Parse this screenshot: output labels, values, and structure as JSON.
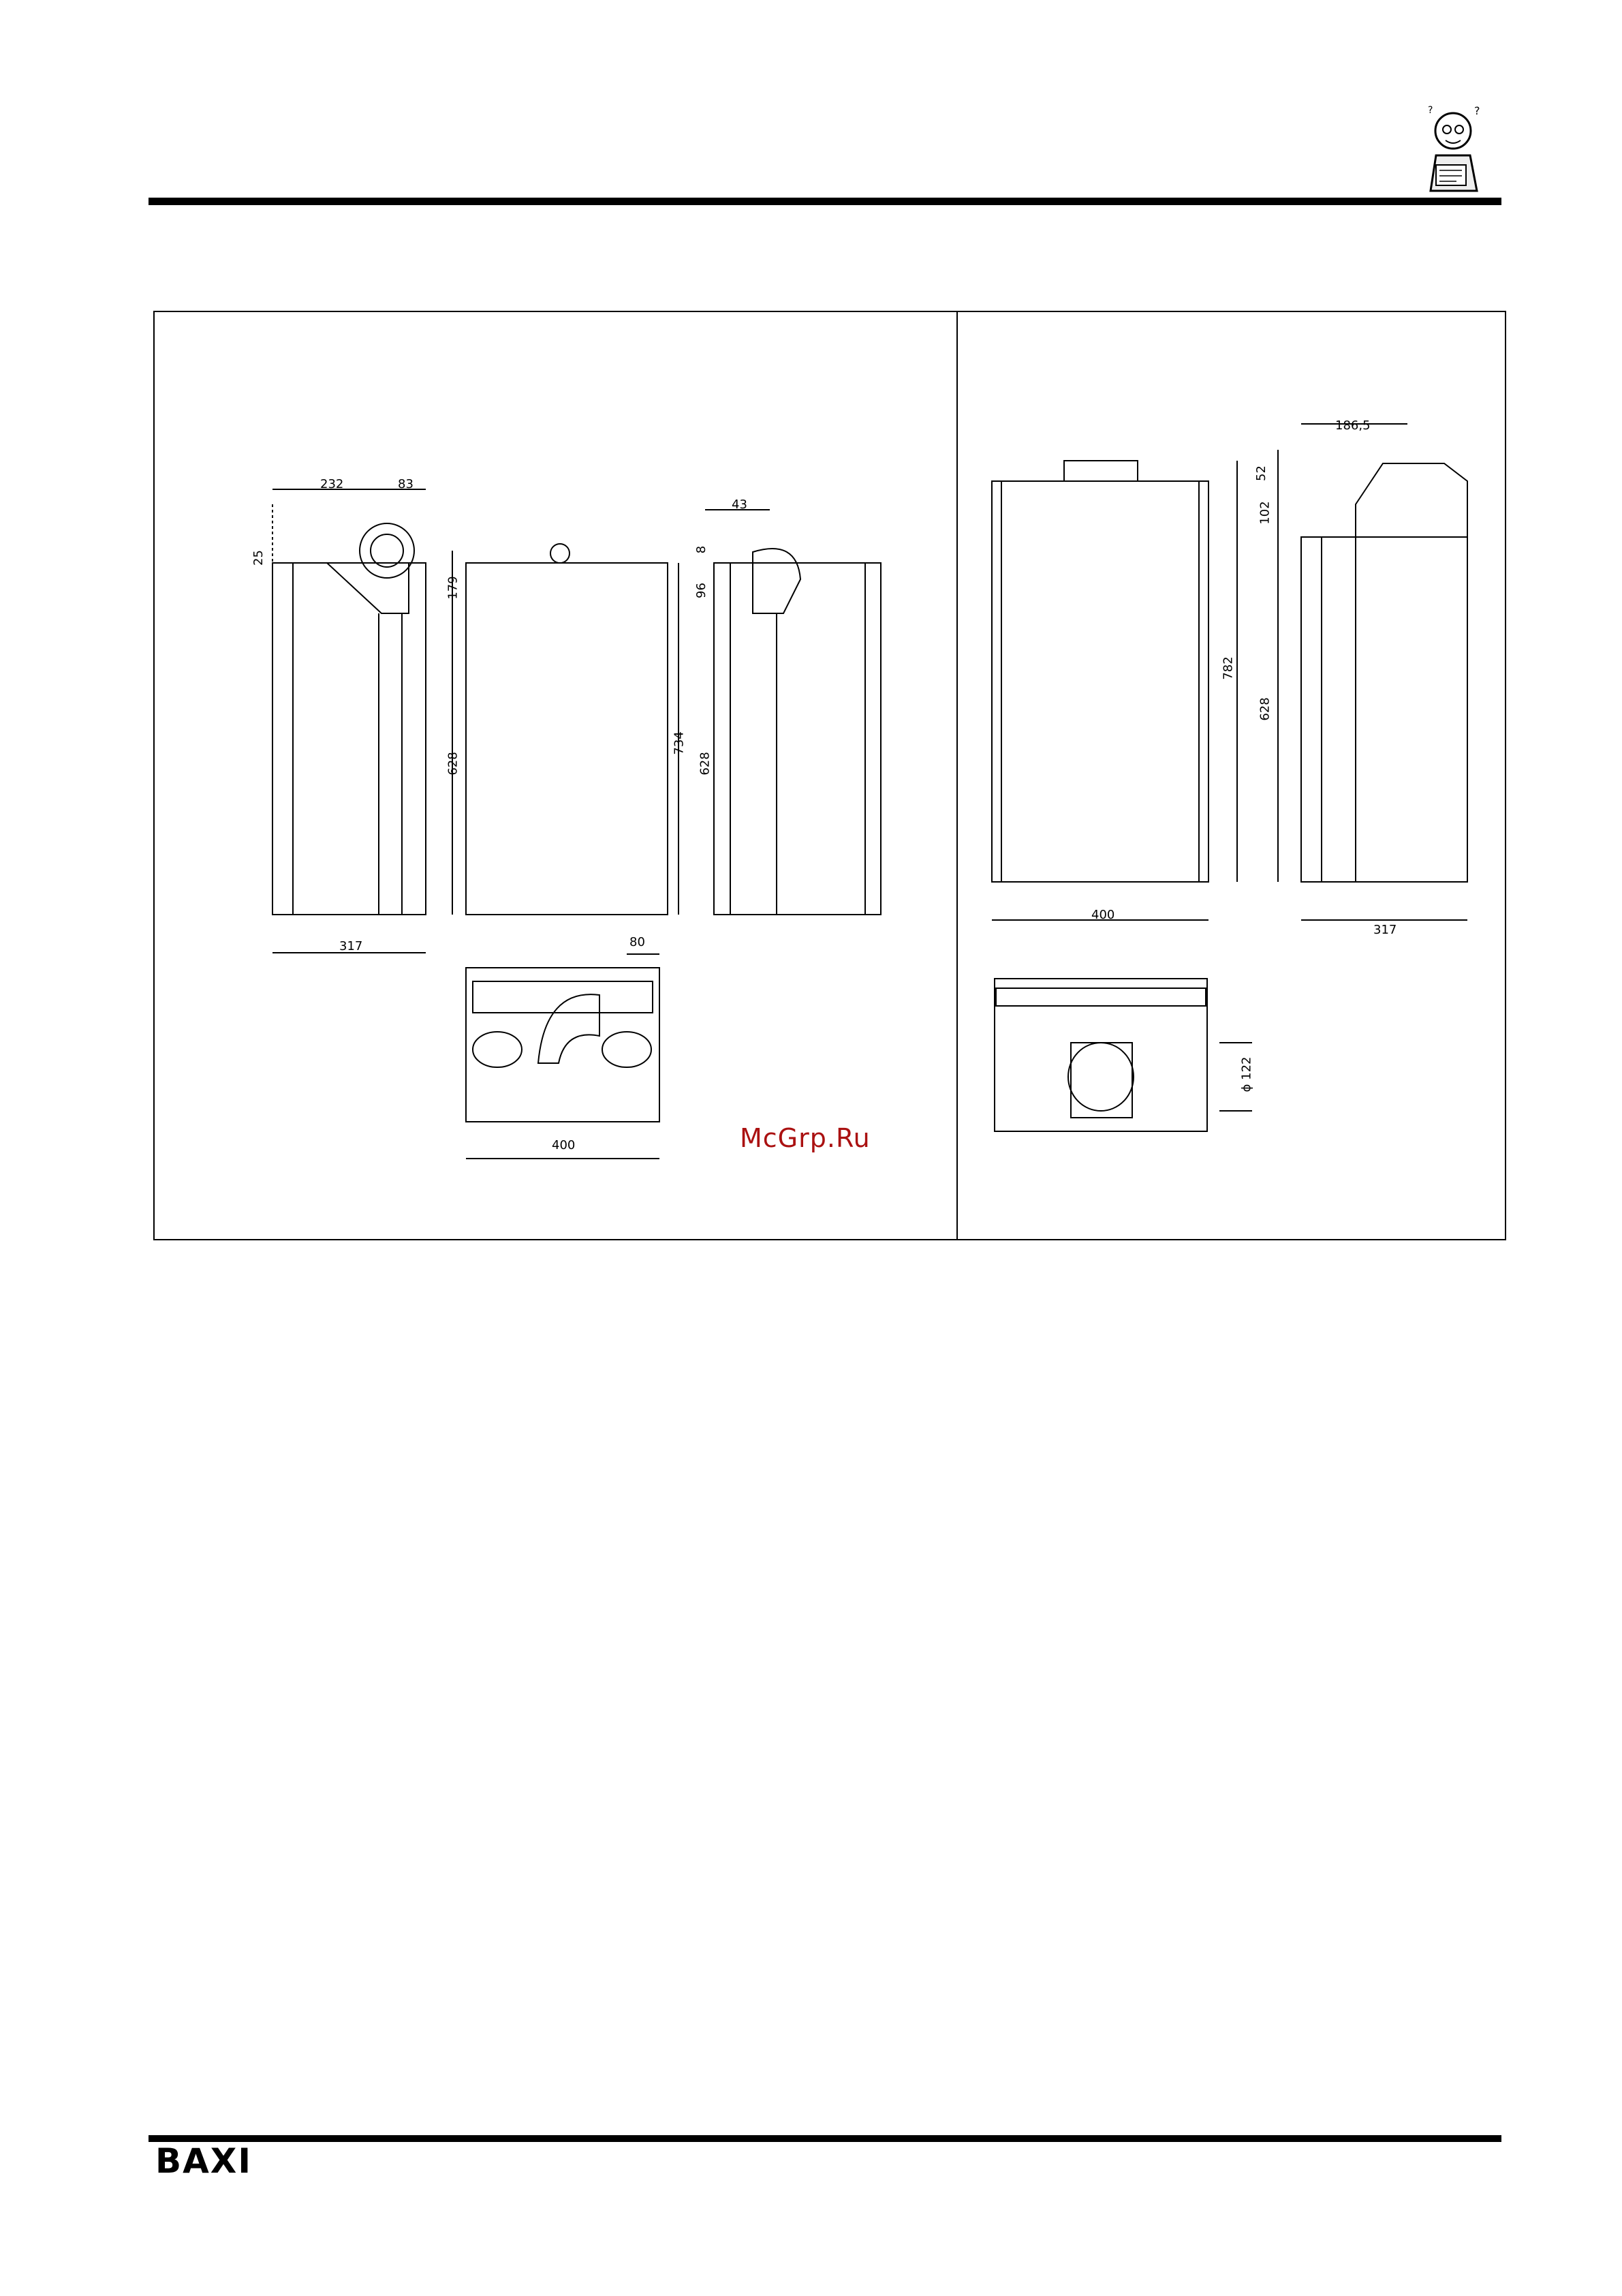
{
  "brand": "BAXI",
  "watermark": "McGrp.Ru",
  "left_panel": {
    "side_view_left": {
      "top_width": "232",
      "offset": "83",
      "flue_step": "25",
      "upper_height": "179",
      "body_height": "628",
      "base_width": "317"
    },
    "front_view": {
      "total_height": "734"
    },
    "side_view_right": {
      "offset": "43",
      "top_step": "8",
      "upper_height": "96",
      "body_height": "628"
    },
    "bottom_view": {
      "pipe_offset": "80",
      "width": "400"
    }
  },
  "right_panel": {
    "front_view": {
      "width": "400",
      "total_height": "782"
    },
    "side_view": {
      "top_width": "186,5",
      "top_height": "52",
      "upper_height": "102",
      "body_height": "628",
      "depth": "317"
    },
    "bottom_view": {
      "diameter": "ϕ 122"
    }
  }
}
